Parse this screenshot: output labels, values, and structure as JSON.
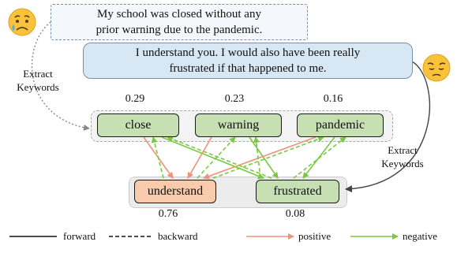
{
  "user_message": {
    "line1": "My school was closed without any",
    "line2": "prior warning due to the pandemic."
  },
  "system_response": {
    "line1": "I understand you. I would also have been really",
    "line2": "frustrated if that happened to me."
  },
  "extract_label_left": {
    "line1": "Extract",
    "line2": "Keywords"
  },
  "extract_label_right": {
    "line1": "Extract",
    "line2": "Keywords"
  },
  "source_keywords": [
    {
      "word": "close",
      "score": "0.29"
    },
    {
      "word": "warning",
      "score": "0.23"
    },
    {
      "word": "pandemic",
      "score": "0.16"
    }
  ],
  "target_keywords": [
    {
      "word": "understand",
      "score": "0.76"
    },
    {
      "word": "frustrated",
      "score": "0.08"
    }
  ],
  "legend": {
    "forward": "forward",
    "backward": "backward",
    "positive": "positive",
    "negative": "negative"
  },
  "colors": {
    "positive": "#f0917a",
    "negative": "#7ac943",
    "keyword_green": "#c6e0b4",
    "keyword_red": "#f8cbad",
    "bubble_blue": "#d8e7f4"
  },
  "icons": {
    "user": "sad-tear-face-icon",
    "system": "pensive-face-icon"
  }
}
